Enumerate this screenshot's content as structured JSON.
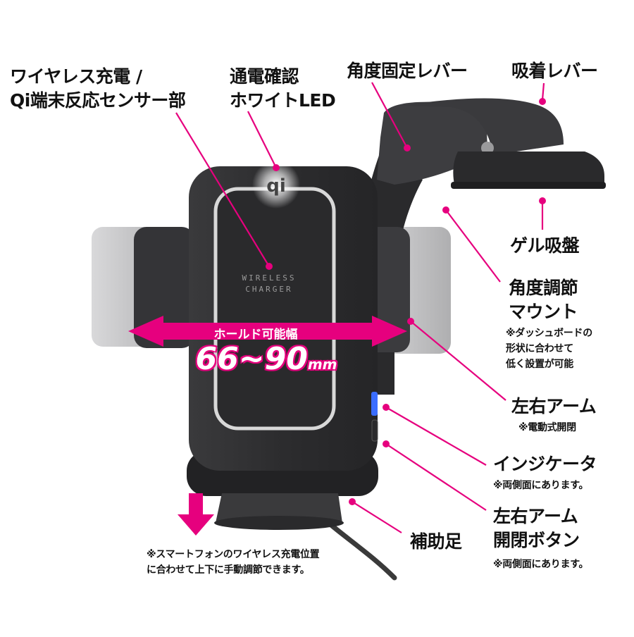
{
  "colors": {
    "accent": "#e6007e",
    "device": "#2f2f31",
    "device_dark": "#1f1f21",
    "ghost": "#b9b9bb",
    "indicator": "#3a6dff",
    "led": "#ffffff"
  },
  "device": {
    "qi_logo": "qi",
    "wireless_text_1": "WIRELESS",
    "wireless_text_2": "CHARGER"
  },
  "hold_width": {
    "label": "ホールド可能幅",
    "range": "66~90",
    "unit": "mm"
  },
  "labels": {
    "wireless_sensor": "ワイヤレス充電 /\nQi端末反応センサー部",
    "power_led": "通電確認\nホワイトLED",
    "angle_lock_lever": "角度固定レバー",
    "suction_lever": "吸着レバー",
    "gel_suction": "ゲル吸盤",
    "angle_mount": "角度調節\nマウント",
    "angle_mount_note": "※ダッシュボードの\n形状に合わせて\n低く設置が可能",
    "arms": "左右アーム",
    "arms_note": "※電動式開閉",
    "indicator": "インジケータ",
    "indicator_note": "※両側面にあります。",
    "arm_button": "左右アーム\n開閉ボタン",
    "arm_button_note": "※両側面にあります。",
    "support_foot": "補助足",
    "adjust_note": "※スマートフォンのワイヤレス充電位置\nに合わせて上下に手動調節できます。"
  }
}
